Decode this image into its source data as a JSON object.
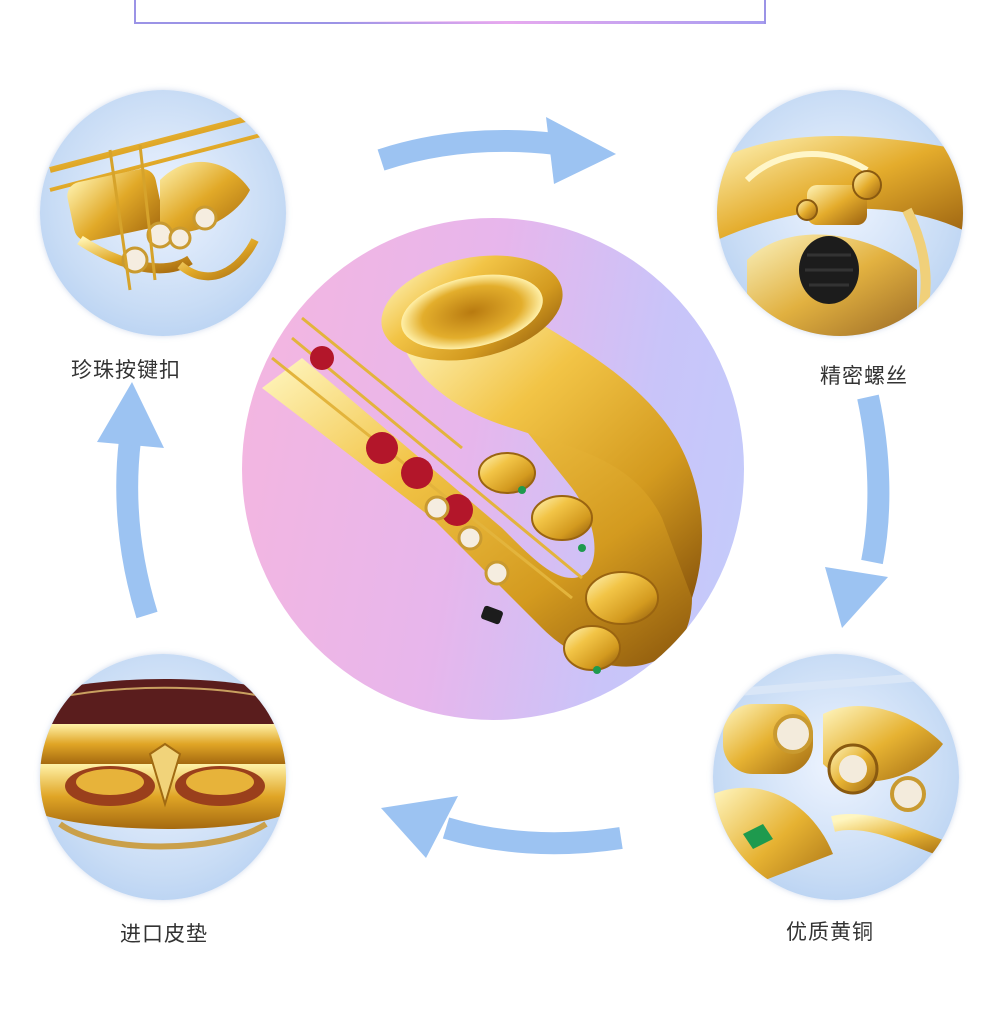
{
  "features": [
    {
      "id": "pearl-keys",
      "label": "珍珠按键扣"
    },
    {
      "id": "precision-screws",
      "label": "精密螺丝"
    },
    {
      "id": "quality-brass",
      "label": "优质黄铜"
    },
    {
      "id": "imported-pads",
      "label": "进口皮垫"
    }
  ],
  "colors": {
    "arrow": "#9cc3f2",
    "gold": "#e8b62e",
    "center_gradient_left": "#f5b6df",
    "center_gradient_right": "#c3ccfb",
    "top_border": "#9b93e6"
  }
}
